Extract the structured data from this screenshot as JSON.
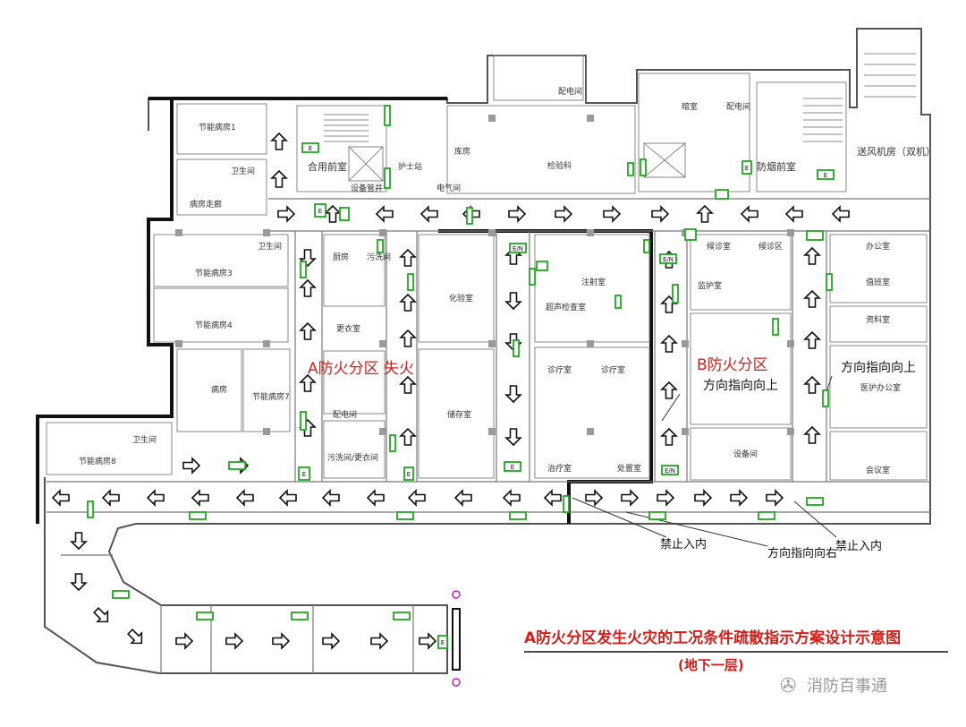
{
  "title": "A防火分区发生火灾的工况条件疏散指示方案设计示意图",
  "subtitle": "(地下一层)",
  "watermark": "消防百事通",
  "colors": {
    "title": "#d0201b",
    "wall": "#111111",
    "sign": "#1faa1f"
  },
  "zones": {
    "a_fire": "A防火分区 失火",
    "b": "B防火分区"
  },
  "annotations": {
    "dir_up_1": "方向指向向上",
    "dir_up_2": "方向指向向上",
    "no_entry_1": "禁止入内",
    "dir_right": "方向指向向右",
    "no_entry_2": "禁止入内"
  },
  "rooms": {
    "r1": "节能病房1",
    "r2": "卫生间",
    "r3": "合用前室",
    "r4": "设备管井",
    "r5": "护士站",
    "r6": "配电间",
    "r7": "库房",
    "r8": "病房走廊",
    "r9": "节能病房3",
    "r10": "节能病房4",
    "r11": "卫生间",
    "r12": "厨房",
    "r13": "污洗间",
    "r14": "节能病房7",
    "r15": "更衣室",
    "r16": "污洗间/更衣间",
    "r17": "配电间",
    "r18": "节能病房8",
    "r19": "卫生间",
    "r20": "检验科",
    "r21": "化验室",
    "r22": "防烟前室",
    "r23": "送风机房（双机）",
    "r24": "候诊室",
    "r25": "候诊区",
    "r26": "病房",
    "r27": "监护室",
    "r28": "注射室",
    "r29": "诊疗室",
    "r30": "诊疗室",
    "r31": "设备间",
    "r32": "会议室",
    "r33": "办公室",
    "r34": "值班室",
    "r35": "资料室",
    "r36": "医护办公室",
    "r37": "储存室",
    "r38": "电气间",
    "r39": "暗室",
    "r40": "配电间",
    "r41": "治疗室",
    "r42": "超声检查室",
    "r43": "处置室"
  },
  "legend": {
    "exit_sign": "E",
    "exit_sign_alt": "E/N"
  }
}
